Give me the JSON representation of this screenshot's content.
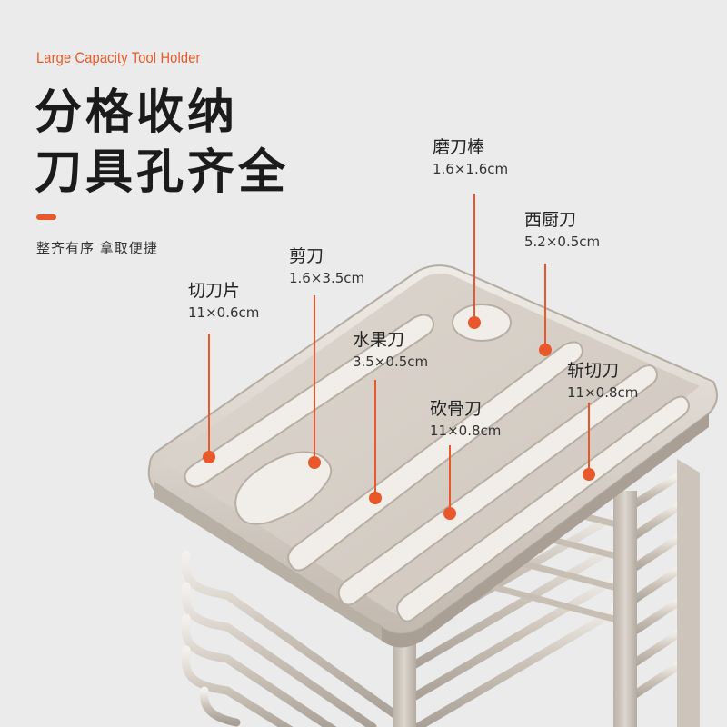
{
  "header": {
    "tagline_en": "Large Capacity Tool Holder",
    "headline_line1": "分格收纳",
    "headline_line2": "刀具孔齐全",
    "subline": "整齐有序  拿取便捷"
  },
  "colors": {
    "accent": "#e8582a",
    "leader_line": "#e8582a",
    "background": "#ebebeb",
    "headline": "#1b1b1b",
    "steel_light": "#d9d2ca",
    "steel_mid": "#c4bbb1",
    "steel_dark": "#a59c92"
  },
  "slots": [
    {
      "name": "磨刀棒",
      "size": "1.6×1.6cm"
    },
    {
      "name": "西厨刀",
      "size": "5.2×0.5cm"
    },
    {
      "name": "剪刀",
      "size": "1.6×3.5cm"
    },
    {
      "name": "切刀片",
      "size": "11×0.6cm"
    },
    {
      "name": "水果刀",
      "size": "3.5×0.5cm"
    },
    {
      "name": "斩切刀",
      "size": "11×0.8cm"
    },
    {
      "name": "砍骨刀",
      "size": "11×0.8cm"
    }
  ]
}
